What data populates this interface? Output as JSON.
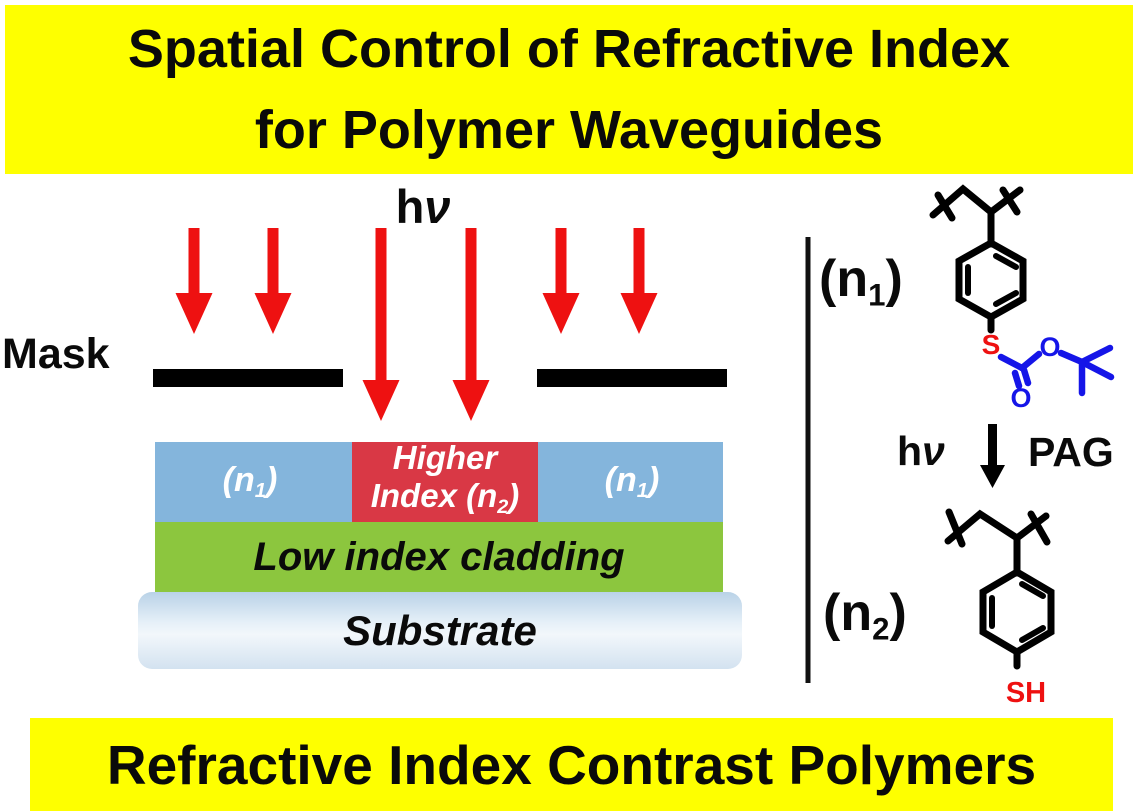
{
  "title": {
    "line1": "Spatial Control of Refractive Index",
    "line2": "for Polymer Waveguides"
  },
  "footer": {
    "text": "Refractive Index Contrast Polymers"
  },
  "exposure": {
    "light_h": "h",
    "light_nu": "ν",
    "mask_label": "Mask"
  },
  "stack": {
    "core_left": {
      "pre": "(n",
      "sub": "1",
      "post": ")"
    },
    "core_right": {
      "pre": "(n",
      "sub": "1",
      "post": ")"
    },
    "exposed": {
      "line1": "Higher",
      "line2_pre": "Index (n",
      "line2_sub": "2",
      "line2_post": ")"
    },
    "cladding_label": "Low index cladding",
    "substrate_label": "Substrate"
  },
  "scheme": {
    "n1_label": {
      "pre": "(n",
      "sub": "1",
      "post": ")"
    },
    "n2_label": {
      "pre": "(n",
      "sub": "2",
      "post": ")"
    },
    "reaction": {
      "light_h": "h",
      "light_nu": "ν",
      "reagent": "PAG"
    },
    "structure1": {
      "s_label": "S",
      "o_ester_label": "O",
      "o_carbonyl_label": "O"
    },
    "structure2": {
      "sh_label": "SH"
    }
  },
  "colors": {
    "banner_bg": "#FEFF00",
    "text_black": "#0A0A0A",
    "uv_arrow_red": "#EE1111",
    "core_blue": "#84B5DC",
    "exposed_red": "#D93845",
    "cladding_green": "#8CC63E",
    "substrate_blue": "#C9DCEC",
    "chem_blue": "#1515E8",
    "chem_red": "#EE1111"
  }
}
